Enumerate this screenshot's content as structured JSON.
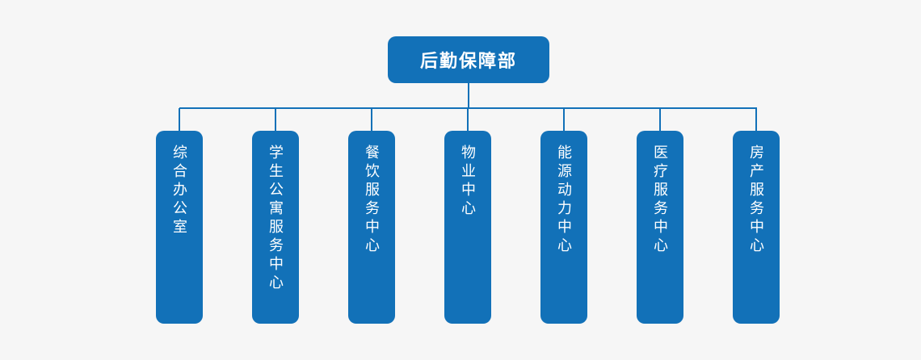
{
  "colors": {
    "background": "#f6f6f6",
    "node_fill": "#1271b8",
    "node_text": "#ffffff",
    "connector": "#1271b8"
  },
  "chart": {
    "type": "org-chart",
    "root": {
      "label": "后勤保障部"
    },
    "children": [
      {
        "label": "综合办公室"
      },
      {
        "label": "学生公寓服务中心"
      },
      {
        "label": "餐饮服务中心"
      },
      {
        "label": "物业中心"
      },
      {
        "label": "能源动力中心"
      },
      {
        "label": "医疗服务中心"
      },
      {
        "label": "房产服务中心"
      }
    ]
  }
}
